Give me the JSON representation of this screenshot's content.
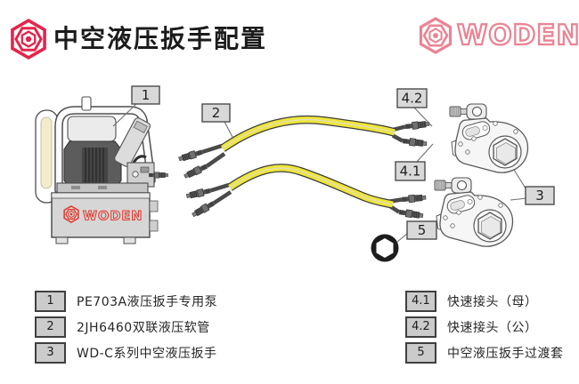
{
  "header": {
    "title": "中空液压扳手配置",
    "brand": "WODEN"
  },
  "pump": {
    "brand": "WODEN"
  },
  "callouts": {
    "n1": "1",
    "n2": "2",
    "n3": "3",
    "n41": "4.1",
    "n42": "4.2",
    "n5": "5"
  },
  "legend": {
    "left": [
      {
        "id": "1",
        "label": "PE703A液压扳手专用泵"
      },
      {
        "id": "2",
        "label": "2JH6460双联液压软管"
      },
      {
        "id": "3",
        "label": "WD-C系列中空液压扳手"
      }
    ],
    "right": [
      {
        "id": "4.1",
        "label": "快速接头（母）"
      },
      {
        "id": "4.2",
        "label": "快速接头（公）"
      },
      {
        "id": "5",
        "label": "中空液压扳手过渡套"
      }
    ]
  },
  "colors": {
    "accent_red": "#e5234b",
    "brand_pink": "#ea8494",
    "logo_red": "#e13b30",
    "hose_yellow": "#efe63a"
  }
}
